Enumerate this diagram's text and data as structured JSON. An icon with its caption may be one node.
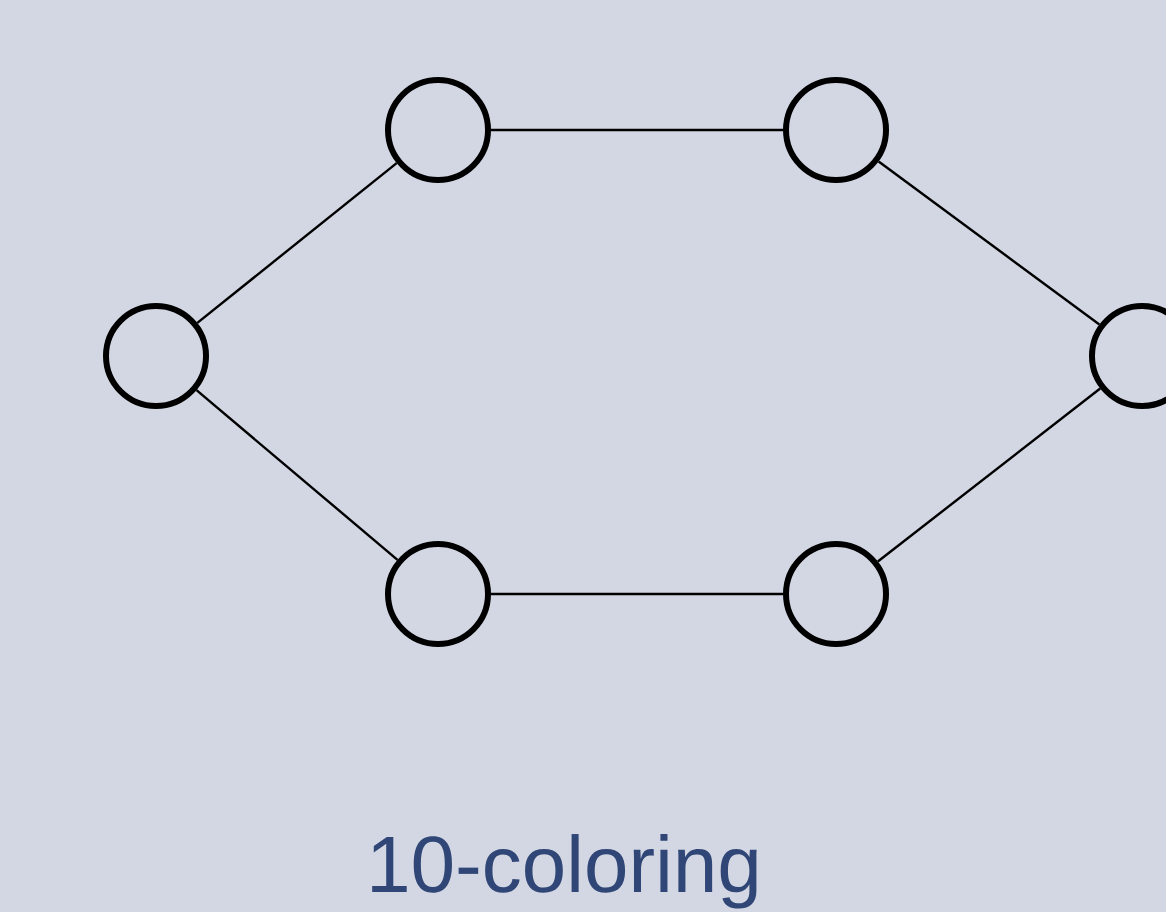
{
  "diagram": {
    "caption": "10-coloring",
    "nodes": [
      {
        "text": [],
        "shape": "circle"
      },
      {
        "text": [],
        "shape": "circle"
      },
      {
        "text": [],
        "shape": "circle"
      },
      {
        "text": [],
        "shape": "circle"
      },
      {
        "text": [],
        "shape": "circle"
      },
      {
        "text": [],
        "shape": "circle"
      }
    ],
    "edges": [
      {
        "from": 2,
        "to": 0,
        "arrow": "none"
      },
      {
        "from": 0,
        "to": 1,
        "arrow": "none"
      },
      {
        "from": 1,
        "to": 3,
        "arrow": "none"
      },
      {
        "from": 2,
        "to": 4,
        "arrow": "none"
      },
      {
        "from": 4,
        "to": 5,
        "arrow": "none"
      },
      {
        "from": 5,
        "to": 3,
        "arrow": "none"
      }
    ]
  }
}
